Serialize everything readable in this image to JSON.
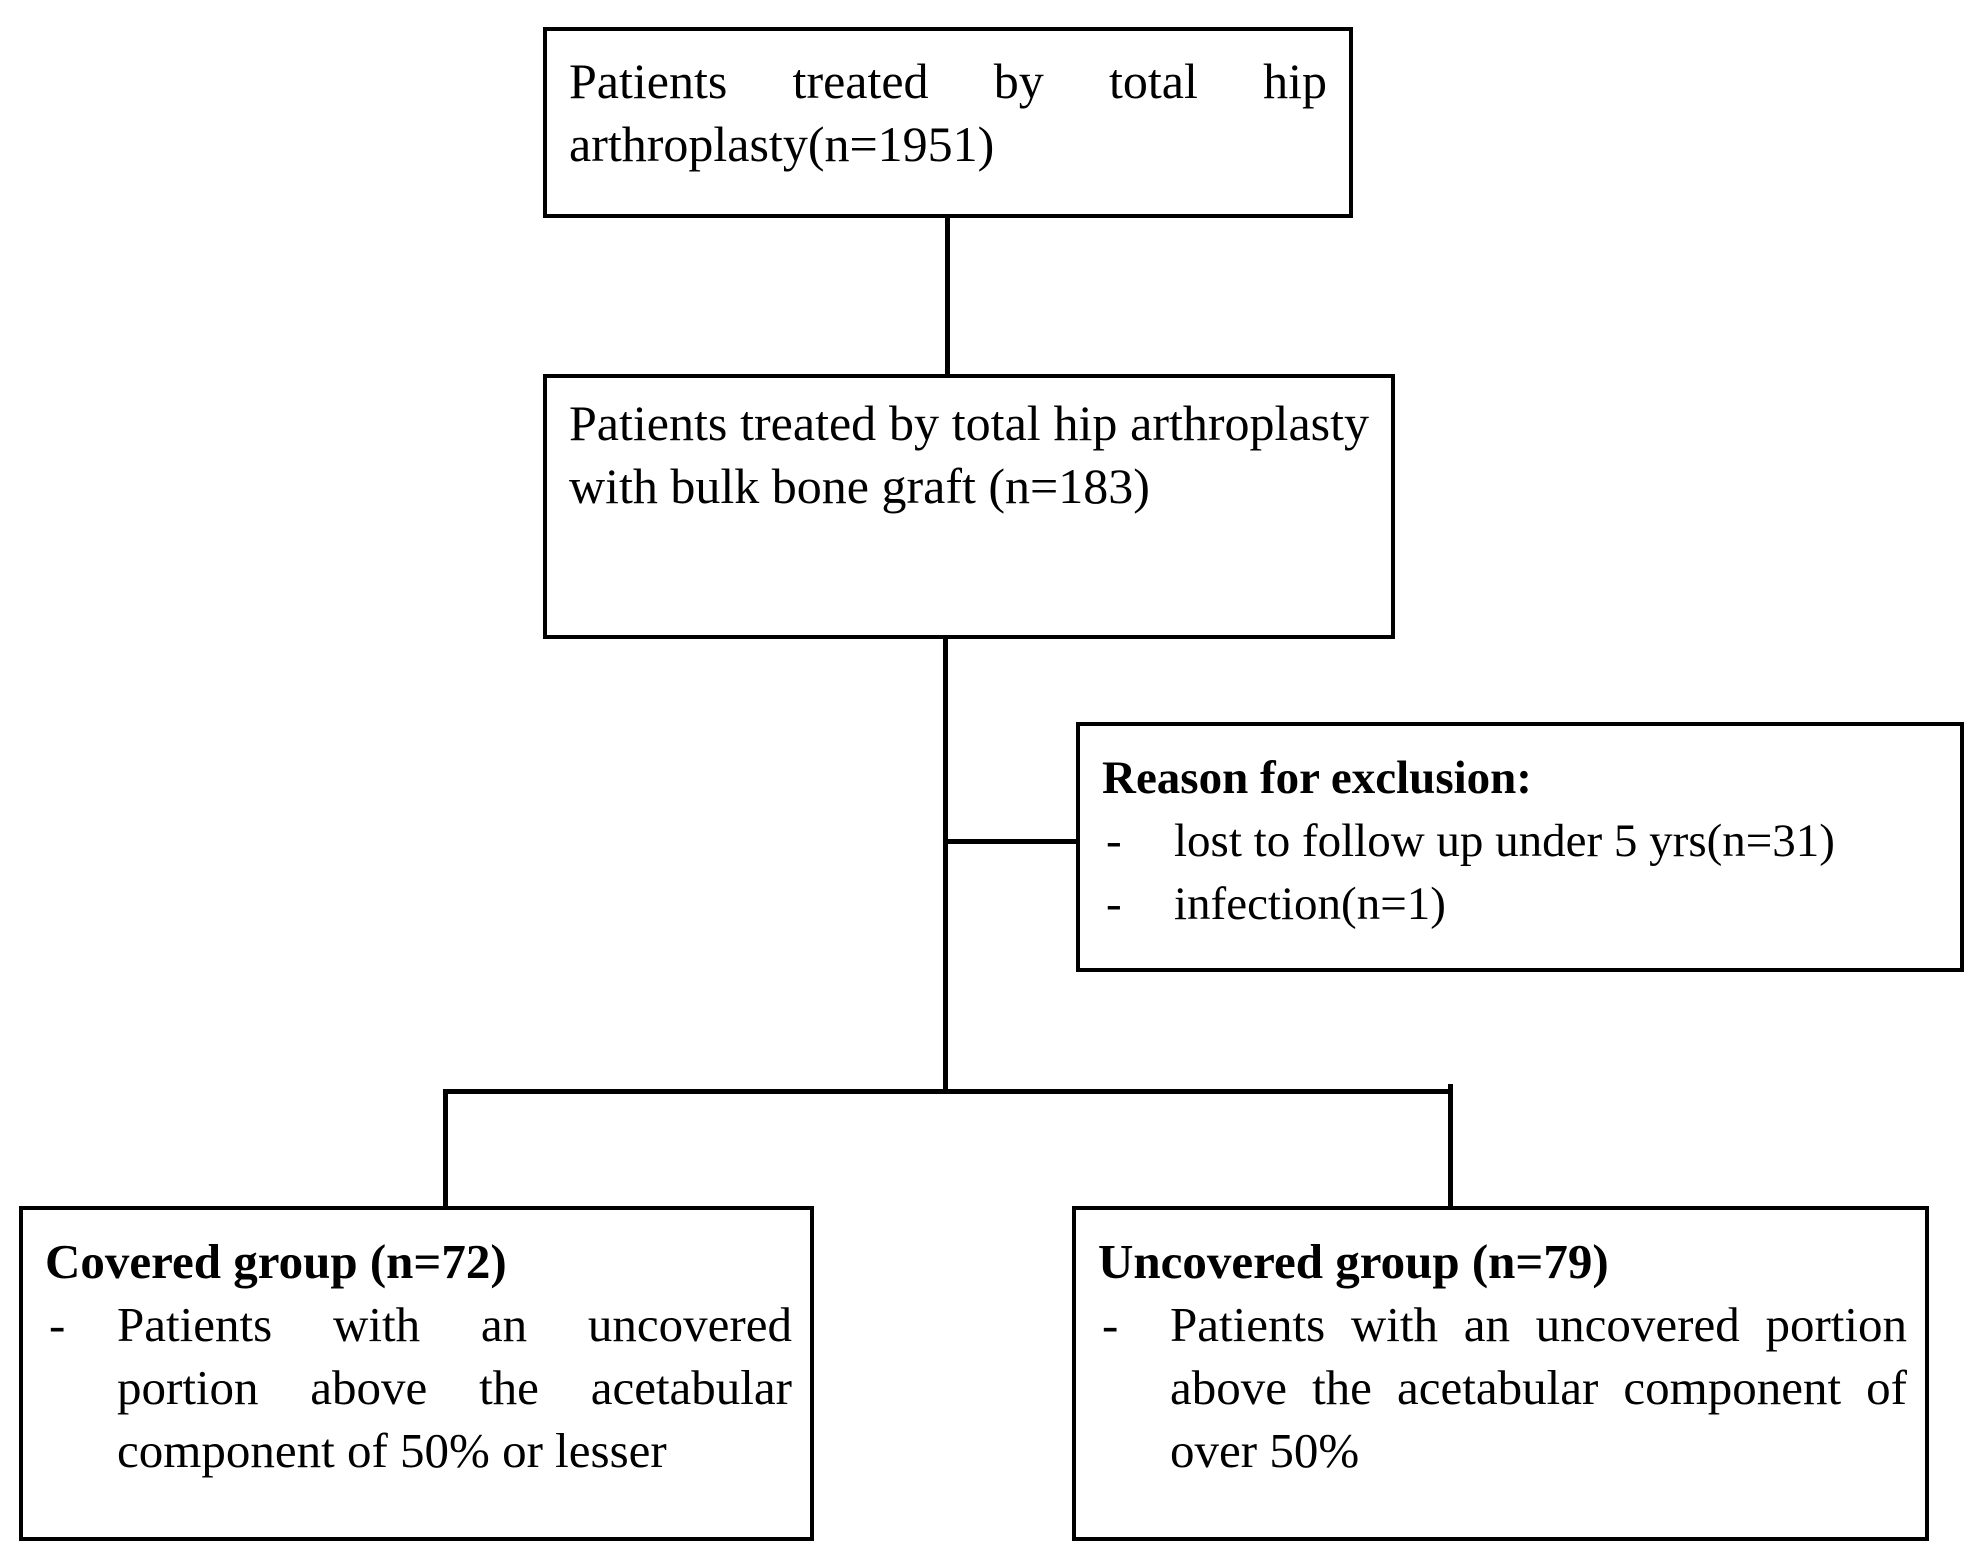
{
  "box1": {
    "text": "Patients treated by total hip arthroplasty(n=1951)"
  },
  "box2": {
    "text": "Patients treated by total hip arthroplasty with bulk bone graft (n=183)"
  },
  "exclusion": {
    "title": "Reason for exclusion:",
    "items": [
      {
        "bullet": "-",
        "text": "lost to follow up under 5 yrs(n=31)"
      },
      {
        "bullet": "-",
        "text": "infection(n=1)"
      }
    ]
  },
  "covered": {
    "title": "Covered group (n=72)",
    "bullet": "-",
    "text": "Patients with an uncovered portion above the acetabular component of 50% or lesser"
  },
  "uncovered": {
    "title": "Uncovered group (n=79)",
    "bullet": "-",
    "text": "Patients with an uncovered portion above the acetabular component of over 50%"
  }
}
